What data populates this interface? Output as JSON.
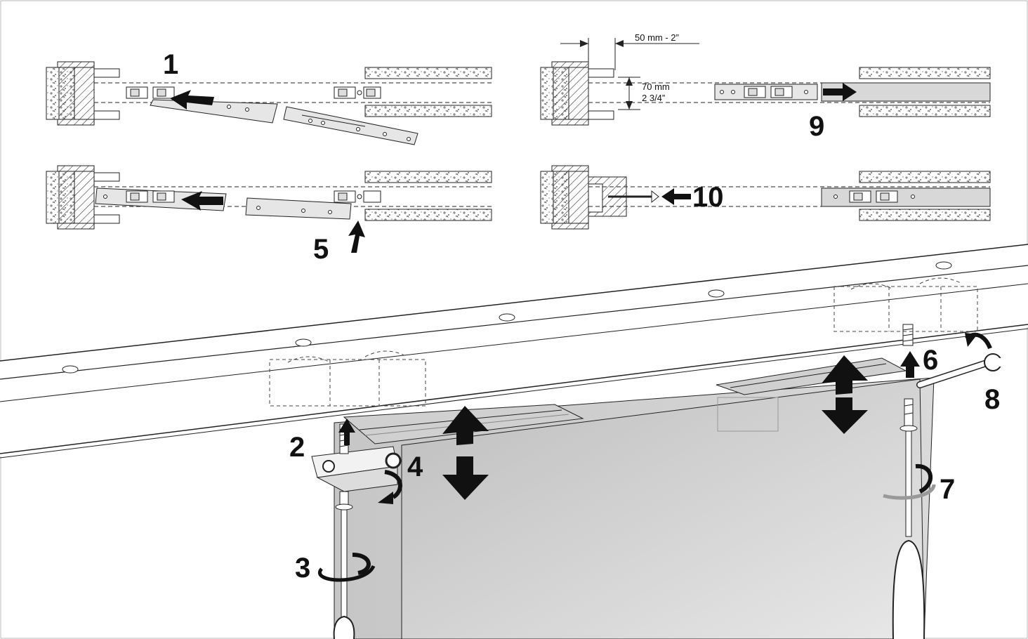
{
  "steps": {
    "s1": "1",
    "s2": "2",
    "s3": "3",
    "s4": "4",
    "s5": "5",
    "s6": "6",
    "s7": "7",
    "s8": "8",
    "s9": "9",
    "s10": "10"
  },
  "dimensions": {
    "offset": "50 mm - 2”",
    "height_mm": "70 mm",
    "height_in": "2 3/4”"
  },
  "colors": {
    "line": "#1a1a1a",
    "panel": "#c8c8c8",
    "panel_light": "#e4e4e4",
    "arrow": "#111111"
  }
}
